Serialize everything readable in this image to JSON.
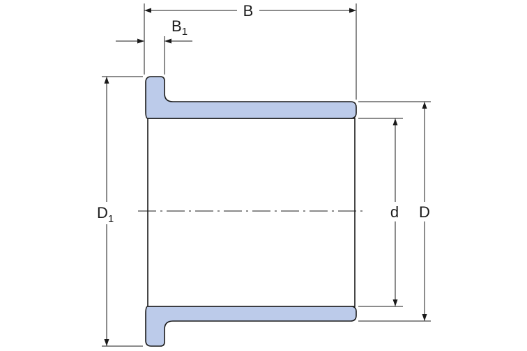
{
  "labels": {
    "B": "B",
    "B1_main": "B",
    "B1_sub": "1",
    "D1_main": "D",
    "D1_sub": "1",
    "d": "d",
    "D": "D"
  },
  "colors": {
    "material_fill": "#bccbea",
    "line": "#1a1a1a",
    "background": "#ffffff"
  }
}
